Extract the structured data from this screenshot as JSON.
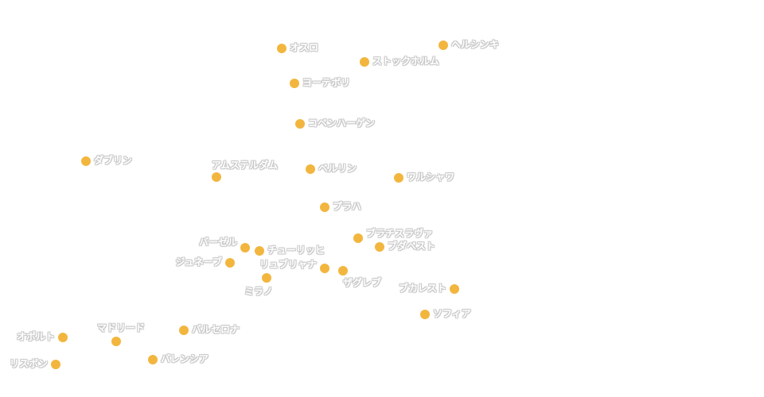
{
  "map": {
    "marker_color": "#f2b63f",
    "cities": [
      {
        "name": "オスロ"
      },
      {
        "name": "ヘルシンキ"
      },
      {
        "name": "ストックホルム"
      },
      {
        "name": "ヨーテボリ"
      },
      {
        "name": "コペンハーゲン"
      },
      {
        "name": "ダブリン"
      },
      {
        "name": "アムステルダム"
      },
      {
        "name": "ベルリン"
      },
      {
        "name": "ワルシャワ"
      },
      {
        "name": "プラハ"
      },
      {
        "name": "ブラチスラヴァ"
      },
      {
        "name": "ブダペスト"
      },
      {
        "name": "バーゼル"
      },
      {
        "name": "チューリッヒ"
      },
      {
        "name": "ジュネーブ"
      },
      {
        "name": "リュブリャナ"
      },
      {
        "name": "ザグレブ"
      },
      {
        "name": "ミラノ"
      },
      {
        "name": "ブカレスト"
      },
      {
        "name": "ソフィア"
      },
      {
        "name": "マドリード"
      },
      {
        "name": "バルセロナ"
      },
      {
        "name": "オポルト"
      },
      {
        "name": "リスボン"
      },
      {
        "name": "バレンシア"
      }
    ]
  }
}
